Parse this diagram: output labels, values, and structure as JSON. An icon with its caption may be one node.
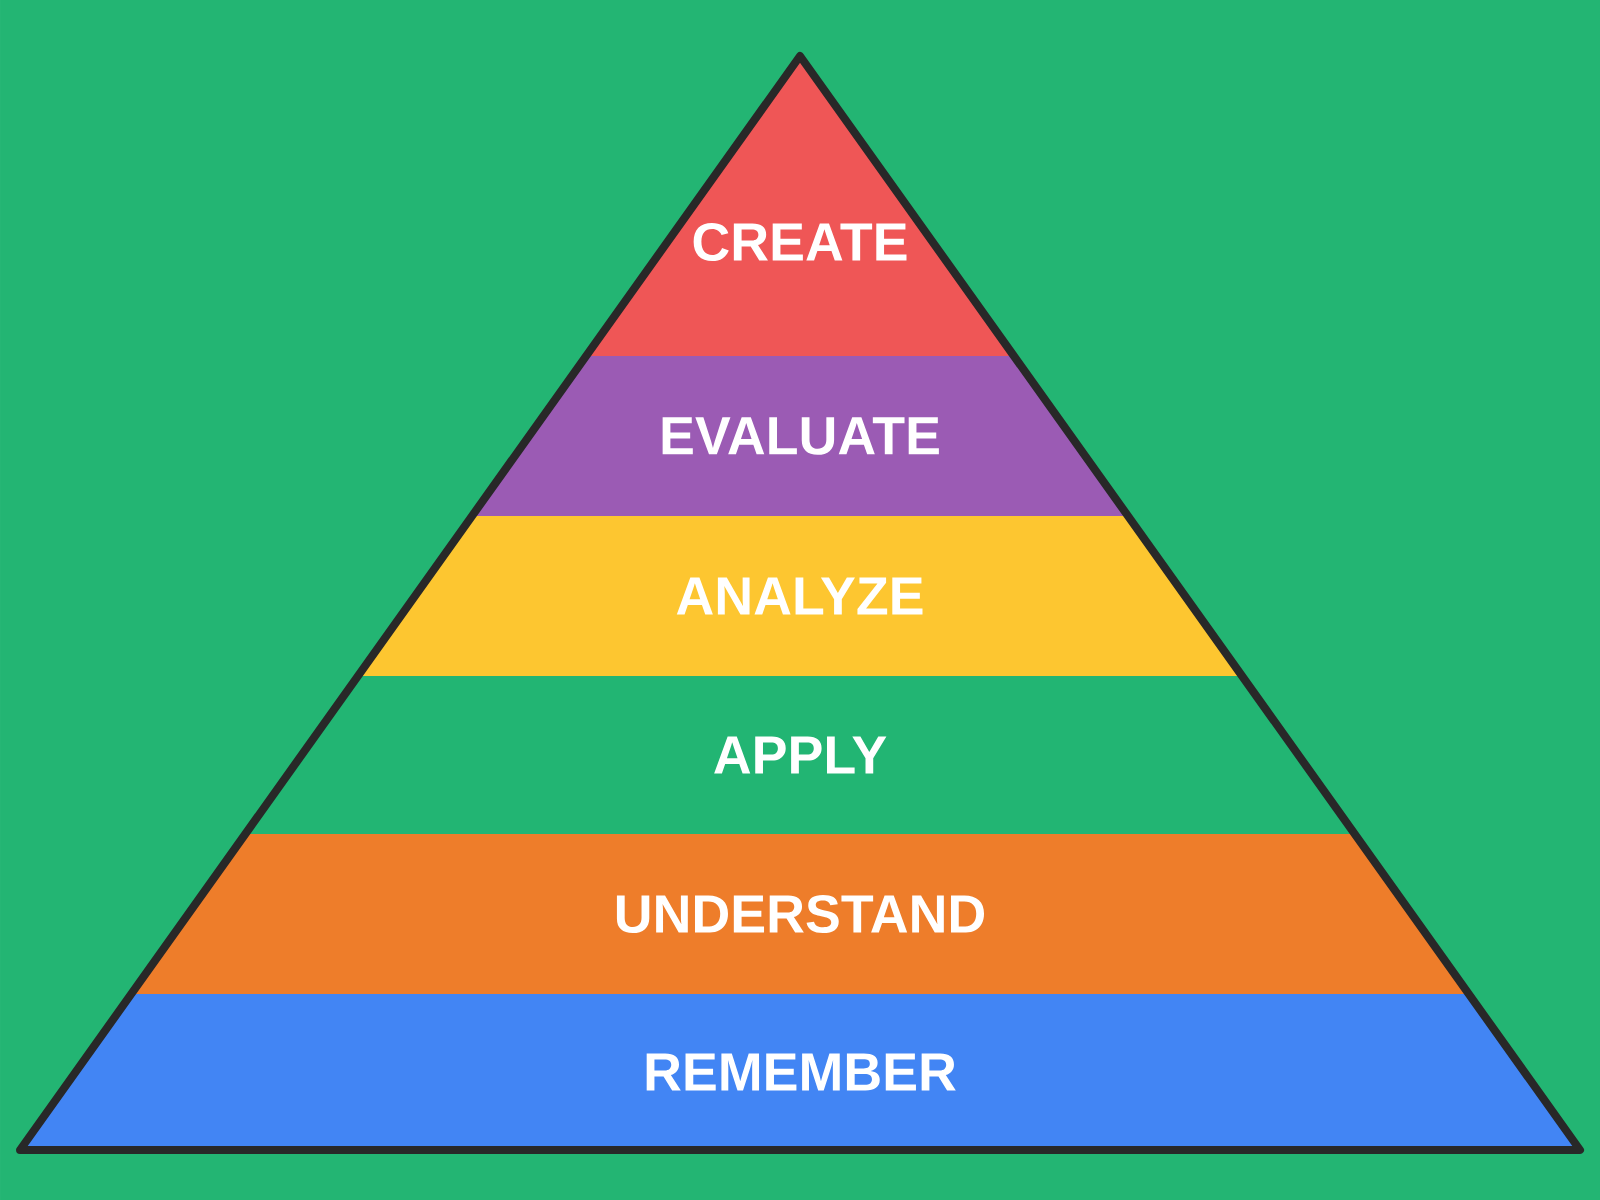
{
  "diagram": {
    "nodes": [
      {
        "text": [
          "CREATE"
        ]
      },
      {
        "text": [
          "EVALUATE"
        ]
      },
      {
        "text": [
          "ANALYZE"
        ]
      },
      {
        "text": [
          "APPLY"
        ]
      },
      {
        "text": [
          "UNDERSTAND"
        ]
      },
      {
        "text": [
          "REMEMBER"
        ]
      }
    ]
  }
}
